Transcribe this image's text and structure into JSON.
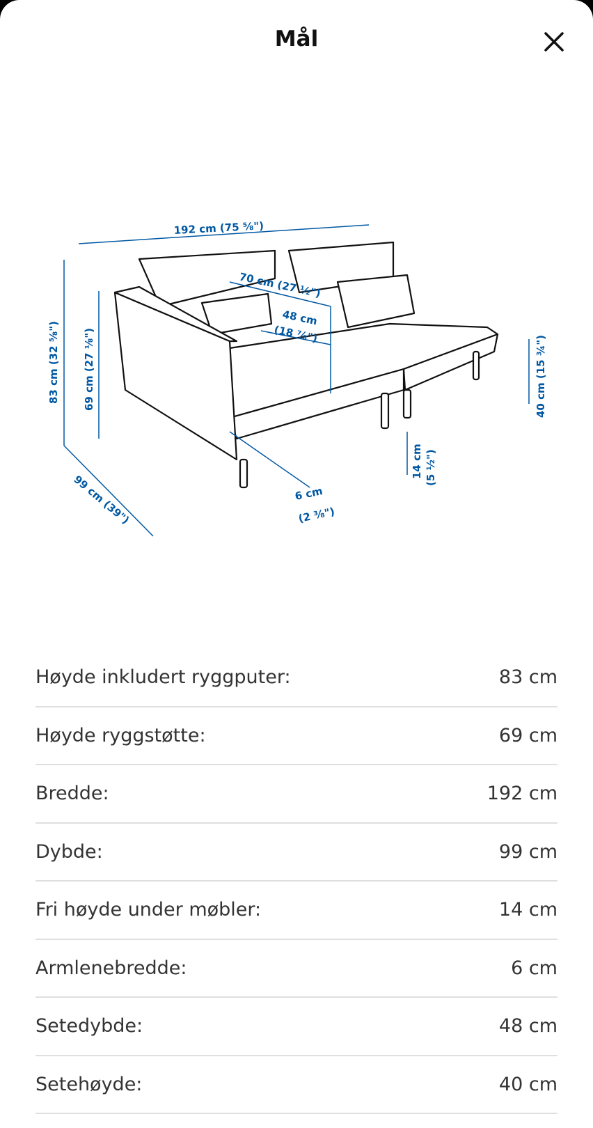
{
  "header": {
    "title": "Mål",
    "close_icon": "close-icon"
  },
  "diagram": {
    "accent": "#0058a3",
    "labels": {
      "width": "192 cm (75 ⅝\")",
      "seat_width": "70 cm (27 ½\")",
      "seat_depth_cm": "48 cm",
      "seat_depth_in": "(18 ⅞\")",
      "height_total": "83 cm (32 ⅝\")",
      "height_back": "69 cm (27 ⅛\")",
      "seat_height": "40 cm (15 ¾\")",
      "clearance_cm": "14 cm",
      "clearance_in": "(5 ½\")",
      "armrest_cm": "6 cm",
      "armrest_in": "(2 ⅜\")",
      "depth": "99 cm (39\")"
    }
  },
  "specs": [
    {
      "label": "Høyde inkludert ryggputer:",
      "value": "83 cm"
    },
    {
      "label": "Høyde ryggstøtte:",
      "value": "69 cm"
    },
    {
      "label": "Bredde:",
      "value": "192 cm"
    },
    {
      "label": "Dybde:",
      "value": "99 cm"
    },
    {
      "label": "Fri høyde under møbler:",
      "value": "14 cm"
    },
    {
      "label": "Armlenebredde:",
      "value": "6 cm"
    },
    {
      "label": "Setedybde:",
      "value": "48 cm"
    },
    {
      "label": "Setehøyde:",
      "value": "40 cm"
    }
  ]
}
